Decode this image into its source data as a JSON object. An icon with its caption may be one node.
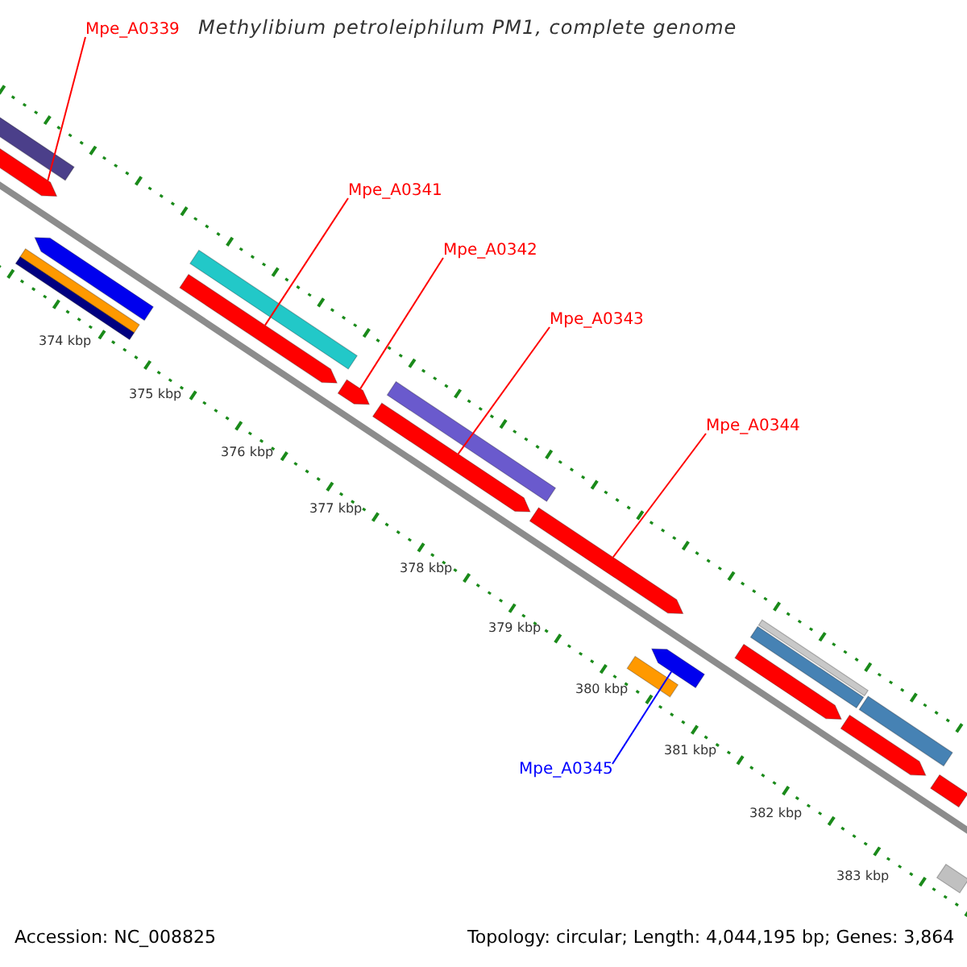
{
  "diagram": {
    "title": "Methylibium petroleiphilum PM1, complete genome",
    "nodes": [
      {
        "text": [
          "Mpe_A0339"
        ]
      },
      {
        "text": [
          "Mpe_A0341"
        ]
      },
      {
        "text": [
          "Mpe_A0342"
        ]
      },
      {
        "text": [
          "Mpe_A0343"
        ]
      },
      {
        "text": [
          "Mpe_A0344"
        ]
      },
      {
        "text": [
          "Mpe_A0345"
        ]
      },
      {
        "text": [],
        "shape": "bar"
      },
      {
        "text": [],
        "shape": "bar"
      },
      {
        "text": [],
        "shape": "bar"
      },
      {
        "text": [],
        "shape": "bar"
      },
      {
        "text": [],
        "shape": "bar"
      },
      {
        "text": [],
        "shape": "bar"
      },
      {
        "text": [],
        "shape": "bar"
      },
      {
        "text": [],
        "shape": "bar"
      },
      {
        "text": [],
        "shape": "bar"
      },
      {
        "text": [],
        "shape": "bar"
      },
      {
        "text": [],
        "shape": "bar"
      },
      {
        "text": [],
        "shape": "bar"
      },
      {
        "text": [],
        "shape": "bar"
      },
      {
        "text": [],
        "shape": "bar"
      },
      {
        "text": [],
        "shape": "bar"
      },
      {
        "text": [],
        "shape": "bar"
      },
      {
        "text": [],
        "shape": "bar"
      },
      {
        "text": [],
        "shape": "bar"
      },
      {
        "text": [],
        "shape": "bar"
      },
      {
        "text": [],
        "shape": "bar"
      }
    ],
    "edges": [
      {
        "from": 0,
        "to": 7,
        "arrow": "none"
      },
      {
        "from": 1,
        "to": 12,
        "arrow": "none"
      },
      {
        "from": 2,
        "to": 13,
        "arrow": "none"
      },
      {
        "from": 3,
        "to": 15,
        "arrow": "none"
      },
      {
        "from": 4,
        "to": 16,
        "arrow": "none"
      },
      {
        "from": 5,
        "to": 18,
        "arrow": "none",
        "color": "#0000ff"
      }
    ],
    "labels": [
      "374 kbp",
      "375 kbp",
      "376 kbp",
      "377 kbp",
      "378 kbp",
      "379 kbp",
      "380 kbp",
      "381 kbp",
      "382 kbp",
      "383 kbp",
      "Accession: NC_008825",
      "Topology: circular; Length: 4,044,195 bp; Genes: 3,864"
    ]
  }
}
